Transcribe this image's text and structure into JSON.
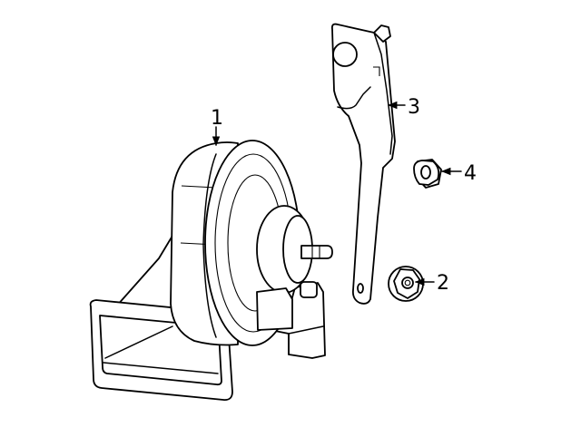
{
  "diagram": {
    "callouts": [
      {
        "id": "1",
        "label": "1"
      },
      {
        "id": "2",
        "label": "2"
      },
      {
        "id": "3",
        "label": "3"
      },
      {
        "id": "4",
        "label": "4"
      }
    ],
    "parts": [
      {
        "callout": "1",
        "icon": "horn-icon"
      },
      {
        "callout": "2",
        "icon": "flange-nut-icon"
      },
      {
        "callout": "3",
        "icon": "mounting-bracket-icon"
      },
      {
        "callout": "4",
        "icon": "nut-icon"
      }
    ]
  }
}
